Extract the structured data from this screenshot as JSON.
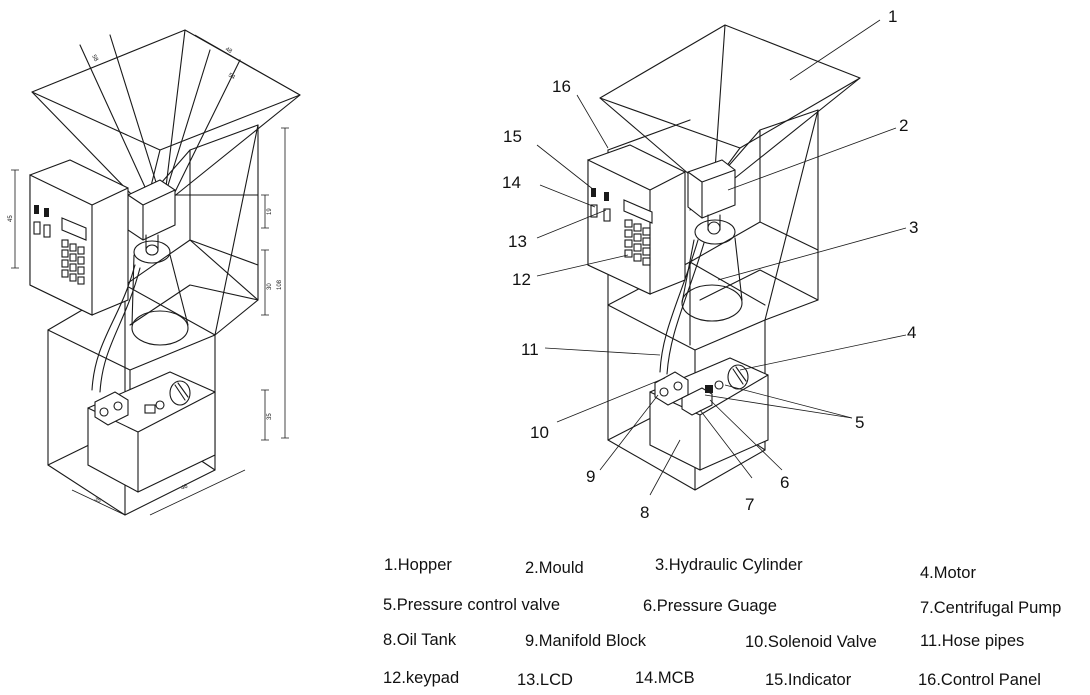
{
  "callout_numbers": [
    "1",
    "2",
    "3",
    "4",
    "5",
    "6",
    "7",
    "8",
    "9",
    "10",
    "11",
    "12",
    "13",
    "14",
    "15",
    "16"
  ],
  "dimension_labels": [
    "45",
    "48",
    "54",
    "58",
    "19",
    "30",
    "108",
    "35",
    "35",
    "46",
    "46"
  ],
  "legend": [
    "1.Hopper",
    "2.Mould",
    "3.Hydraulic Cylinder",
    "4.Motor",
    "5.Pressure control valve",
    "6.Pressure Guage",
    "7.Centrifugal Pump",
    "8.Oil Tank",
    "9.Manifold Block",
    "10.Solenoid Valve",
    "11.Hose pipes",
    "12.keypad",
    "13.LCD",
    "14.MCB",
    "15.Indicator",
    "16.Control Panel"
  ]
}
